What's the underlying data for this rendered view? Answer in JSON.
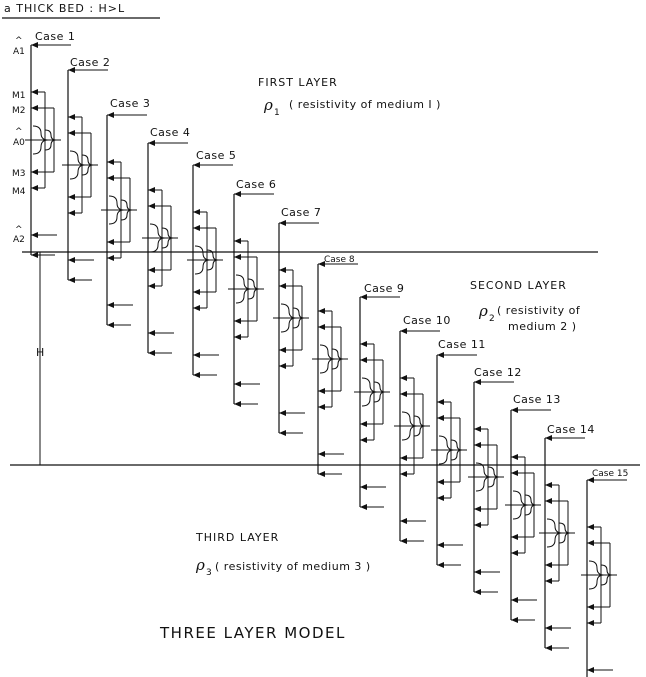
{
  "header": {
    "title": "a THICK BED : H>L"
  },
  "electrode_labels": {
    "A1": "A1",
    "M1": "M1",
    "M2": "M2",
    "A0": "A0",
    "M3": "M3",
    "M4": "M4",
    "A2": "A2"
  },
  "cases": [
    "Case 1",
    "Case 2",
    "Case 3",
    "Case 4",
    "Case 5",
    "Case 6",
    "Case 7",
    "Case 8",
    "Case 9",
    "Case 10",
    "Case 11",
    "Case 12",
    "Case 13",
    "Case 14",
    "Case 15"
  ],
  "layers": {
    "first": {
      "title": "FIRST LAYER",
      "rho": "ρ",
      "sub": "1",
      "desc": "( resistivity of medium I )"
    },
    "second": {
      "title": "SECOND LAYER",
      "rho": "ρ",
      "sub": "2",
      "desc_line1": "( resistivity of",
      "desc_line2": "medium 2 )"
    },
    "third": {
      "title": "THIRD LAYER",
      "rho": "ρ",
      "sub": "3",
      "desc": "( resistivity of medium 3 )"
    }
  },
  "thickness_label": "H",
  "footer": {
    "title": "THREE LAYER MODEL"
  }
}
